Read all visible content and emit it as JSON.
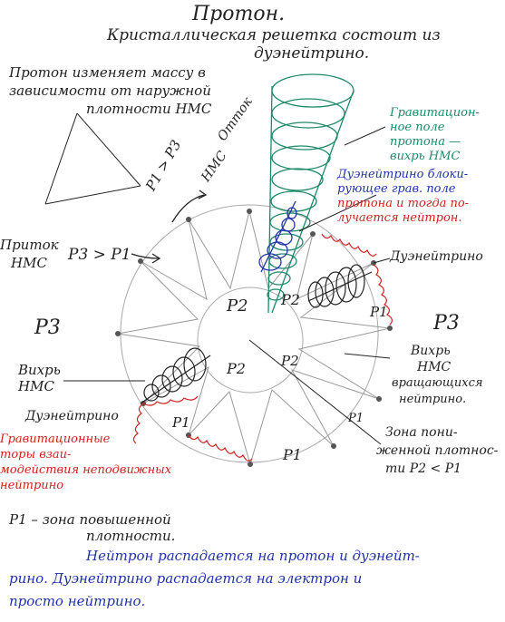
{
  "title": "Протон.",
  "subtitle_1": "Кристаллическая решетка состоит из",
  "subtitle_2": "дуэнейтрино.",
  "mass_note": [
    "Протон изменяет массу в",
    "зависимости от наружной",
    "плотности НМС"
  ],
  "outflow_label": [
    "Отток",
    "НМС"
  ],
  "outflow_relation": "P1 > P3",
  "inflow_label": [
    "Приток",
    "НМС"
  ],
  "inflow_relation": "P3 > P1",
  "gravity_field_label": [
    "Гравитацион-",
    "ное поле",
    "протона —",
    "вихрь НМС"
  ],
  "blocking_note": [
    "Дуэнейтрино блоки-",
    "рующее грав. поле",
    "протона и тогда по-",
    "лучается нейтрон."
  ],
  "duoneutrino_label_right": "Дуэнейтрино",
  "duoneutrino_label_left": "Дуэнейтрино",
  "vortex_right_label": [
    "Вихрь",
    "НМС",
    "вращающихся",
    "нейтрино."
  ],
  "vortex_left_label": [
    "Вихрь",
    "НМС"
  ],
  "gravity_tori_label": [
    "Гравитационные",
    "торы взаи-",
    "модействия неподвижных",
    "нейтрино"
  ],
  "low_density_zone": [
    "Зона пони-",
    "женной плотнос-",
    "ти P2 < P1"
  ],
  "zone_labels": {
    "p1": "P1",
    "p2": "P2",
    "p3": "P3"
  },
  "p1_definition": [
    "P1 – зона повышенной",
    "плотности."
  ],
  "decay_note": [
    "Нейтрон распадается на протон и дуэнейт-",
    "рино. Дуэнейтрино распадается на электрон и",
    "просто нейтрино."
  ],
  "colors": {
    "ink": "#222222",
    "green": "#1d8a6a",
    "blue": "#2233aa",
    "red": "#d22020",
    "grey": "#888888"
  }
}
